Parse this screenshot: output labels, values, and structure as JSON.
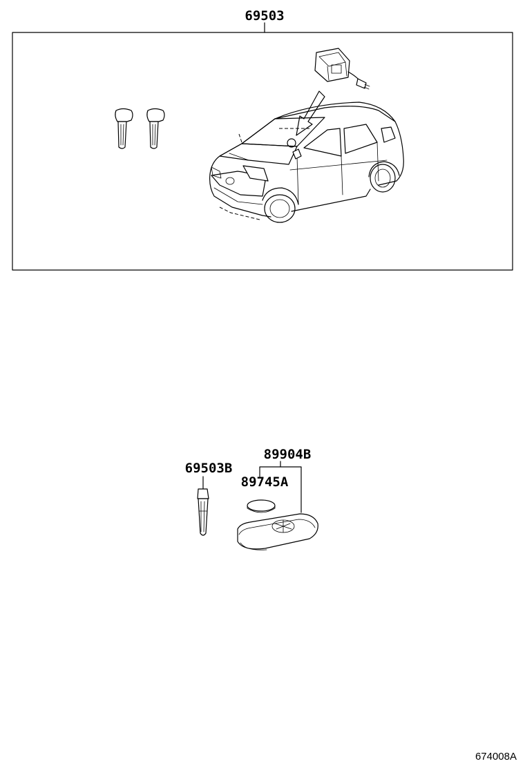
{
  "parts": {
    "kit_number": "69503",
    "key_blade": "69503B",
    "transmitter_assy": "89904B",
    "battery": "89745A"
  },
  "diagram_ref": "674008A"
}
